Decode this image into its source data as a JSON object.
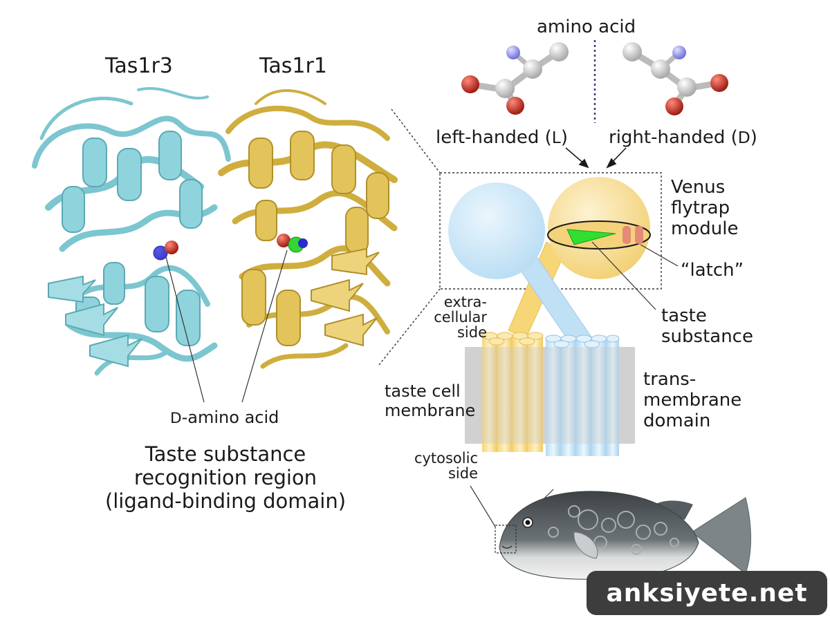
{
  "labels": {
    "amino_acid": "amino acid",
    "tas1r3": "Tas1r3",
    "tas1r1": "Tas1r1",
    "left_handed": "left-handed (",
    "left_letter": "L",
    "right_handed": "right-handed (",
    "right_letter": "D",
    "close_paren": ")",
    "venus": [
      "Venus",
      "flytrap",
      "module"
    ],
    "latch": "“latch”",
    "taste_substance": [
      "taste",
      "substance"
    ],
    "extracellular": [
      "extra-",
      "cellular",
      "side"
    ],
    "taste_cell_membrane": [
      "taste cell",
      "membrane"
    ],
    "transmembrane": [
      "trans-",
      "membrane",
      "domain"
    ],
    "cytosolic": [
      "cytosolic",
      "side"
    ],
    "d_prefix": "D",
    "d_amino_acid": "-amino acid",
    "title": [
      "Taste substance",
      "recognition region",
      "(ligand-binding domain)"
    ]
  },
  "watermark": "anksiyete.net",
  "colors": {
    "tas1r3": "#8fd3dc",
    "tas1r1": "#e2c45a",
    "blue_module": "#cfe8f8",
    "yellow_module": "#f7df9a",
    "ligand_green": "#2fe02f",
    "latch_red": "#e07a6a",
    "oxygen": "#c0392b",
    "nitrogen": "#8c8cf0",
    "carbon": "#d8d8d8"
  }
}
